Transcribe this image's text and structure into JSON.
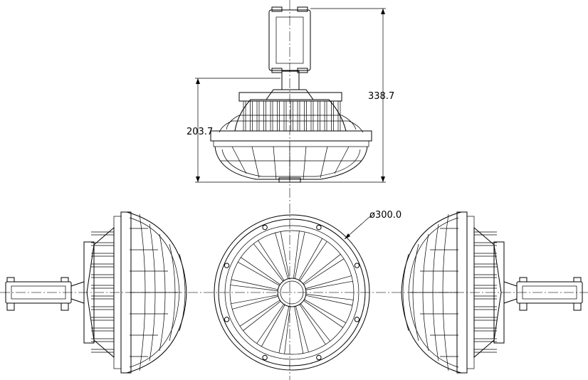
{
  "dimensions": {
    "total_height": "338.7",
    "body_height": "203.7",
    "diameter": "ø300.0"
  }
}
